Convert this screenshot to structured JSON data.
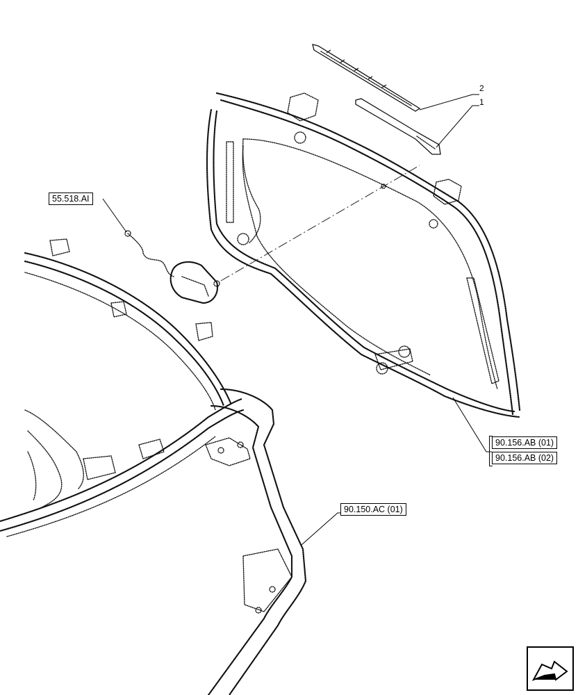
{
  "callouts": [
    {
      "id": "part-1",
      "number": "1"
    },
    {
      "id": "part-2",
      "number": "2"
    }
  ],
  "references": {
    "sensor_ref": "55.518.AI",
    "window_ref_1": "90.156.AB (01)",
    "window_ref_2": "90.156.AB (02)",
    "cab_frame_ref": "90.150.AC (01)"
  },
  "icons": {
    "navigation": "page-arrow-icon"
  }
}
